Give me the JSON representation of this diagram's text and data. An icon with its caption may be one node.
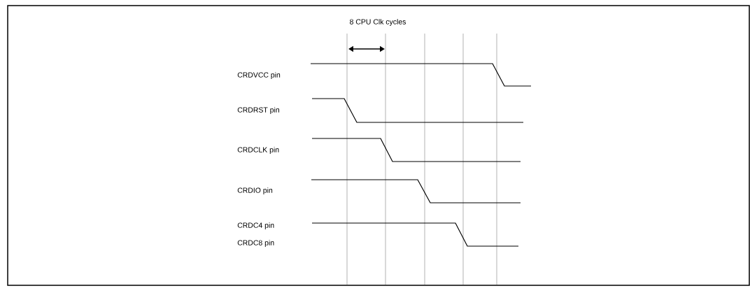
{
  "diagram": {
    "labels": [
      "8 CPU Clk cycles",
      "CRDVCC pin",
      "CRDRST pin",
      "CRDCLK pin",
      "CRDIO pin",
      "CRDC4 pin",
      "CRDC8 pin"
    ]
  }
}
